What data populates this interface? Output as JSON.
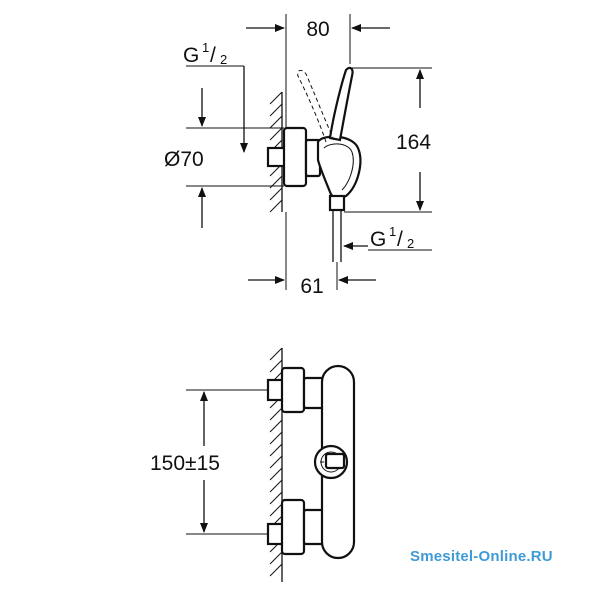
{
  "dimensions": {
    "width_top": "80",
    "thread_top_prefix": "G",
    "thread_top_num": "1",
    "thread_top_den": "2",
    "flange_diameter": "Ø70",
    "height": "164",
    "thread_bottom_prefix": "G",
    "thread_bottom_num": "1",
    "thread_bottom_den": "2",
    "depth": "61",
    "center_distance": "150±15"
  },
  "watermark": "Smesitel-Online.RU",
  "colors": {
    "line": "#111111",
    "watermark": "#3f9bd6"
  }
}
